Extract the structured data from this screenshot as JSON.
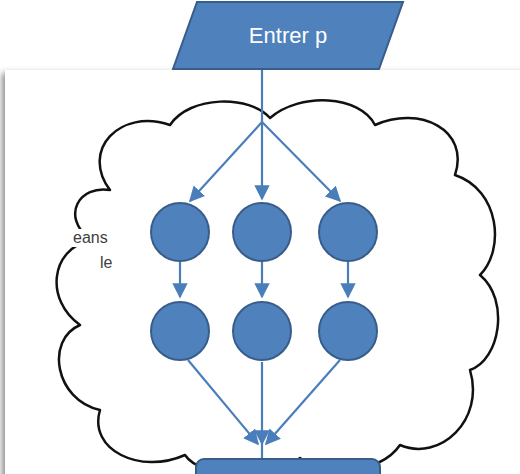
{
  "diagram": {
    "nodes": [
      {
        "text": [
          "Entrer p"
        ]
      }
    ],
    "labels": [
      "eans",
      "le"
    ]
  }
}
